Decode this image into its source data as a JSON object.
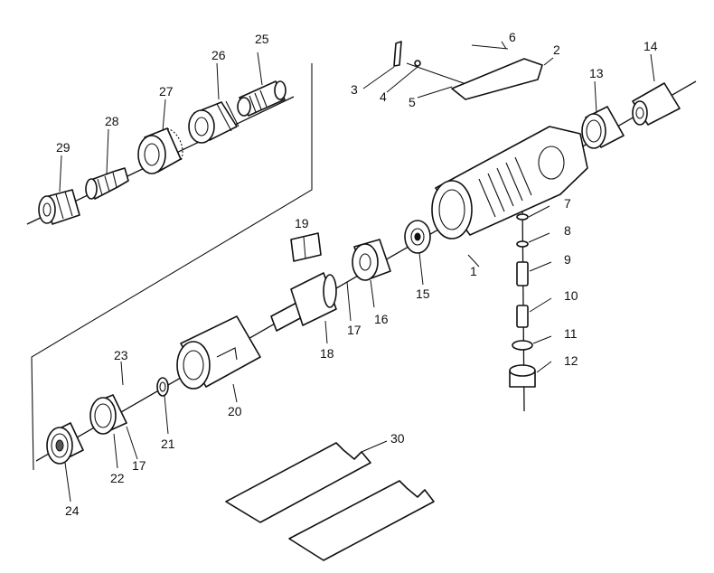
{
  "diagram": {
    "type": "exploded-parts-view",
    "line_color": "#111111",
    "background": "#ffffff"
  },
  "callouts": [
    {
      "id": "1",
      "label": "1"
    },
    {
      "id": "2",
      "label": "2"
    },
    {
      "id": "3",
      "label": "3"
    },
    {
      "id": "4",
      "label": "4"
    },
    {
      "id": "5",
      "label": "5"
    },
    {
      "id": "6",
      "label": "6"
    },
    {
      "id": "7",
      "label": "7"
    },
    {
      "id": "8",
      "label": "8"
    },
    {
      "id": "9",
      "label": "9"
    },
    {
      "id": "10",
      "label": "10"
    },
    {
      "id": "11",
      "label": "11"
    },
    {
      "id": "12",
      "label": "12"
    },
    {
      "id": "13",
      "label": "13"
    },
    {
      "id": "14",
      "label": "14"
    },
    {
      "id": "15",
      "label": "15"
    },
    {
      "id": "16",
      "label": "16"
    },
    {
      "id": "17a",
      "label": "17"
    },
    {
      "id": "17b",
      "label": "17"
    },
    {
      "id": "18",
      "label": "18"
    },
    {
      "id": "19",
      "label": "19"
    },
    {
      "id": "20",
      "label": "20"
    },
    {
      "id": "21",
      "label": "21"
    },
    {
      "id": "22",
      "label": "22"
    },
    {
      "id": "23",
      "label": "23"
    },
    {
      "id": "24",
      "label": "24"
    },
    {
      "id": "25",
      "label": "25"
    },
    {
      "id": "26",
      "label": "26"
    },
    {
      "id": "27",
      "label": "27"
    },
    {
      "id": "28",
      "label": "28"
    },
    {
      "id": "29",
      "label": "29"
    },
    {
      "id": "30",
      "label": "30"
    }
  ]
}
